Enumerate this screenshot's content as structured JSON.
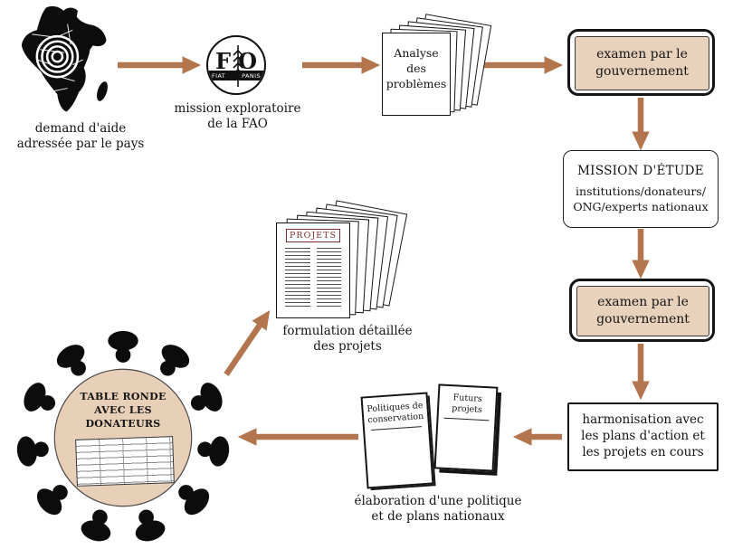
{
  "palette": {
    "arrow_brown": "#b3754e",
    "tan_fill": "#e9d2bc",
    "ink": "#141414"
  },
  "nodes": {
    "country_request": {
      "caption": "demand d'aide\nadressée par le pays"
    },
    "fao_mission": {
      "logo_left": "F",
      "logo_right": "O",
      "motto_left": "FIAT",
      "motto_right": "PANIS",
      "caption": "mission exploratoire\nde la FAO"
    },
    "problem_analysis": {
      "doc_label": "Analyse\ndes\nproblèmes"
    },
    "gov_review_top": {
      "label": "examen par le\ngouvernement"
    },
    "study_mission": {
      "title": "MISSION D'ÉTUDE",
      "subtitle": "institutions/donateurs/\nONG/experts nationaux"
    },
    "gov_review_mid": {
      "label": "examen par le\ngouvernement"
    },
    "harmonisation": {
      "label": "harmonisation avec\nles plans d'action et\nles projets en cours"
    },
    "policy_docs": {
      "left_doc_title": "Politiques de\nconservation",
      "right_doc_title": "Futurs\nprojets",
      "caption": "élaboration d'une politique\net de plans nationaux"
    },
    "round_table": {
      "label": "TABLE RONDE\nAVEC LES\nDONATEURS"
    },
    "projects": {
      "doc_title": "PROJETS",
      "caption": "formulation détaillée\ndes projets"
    }
  }
}
